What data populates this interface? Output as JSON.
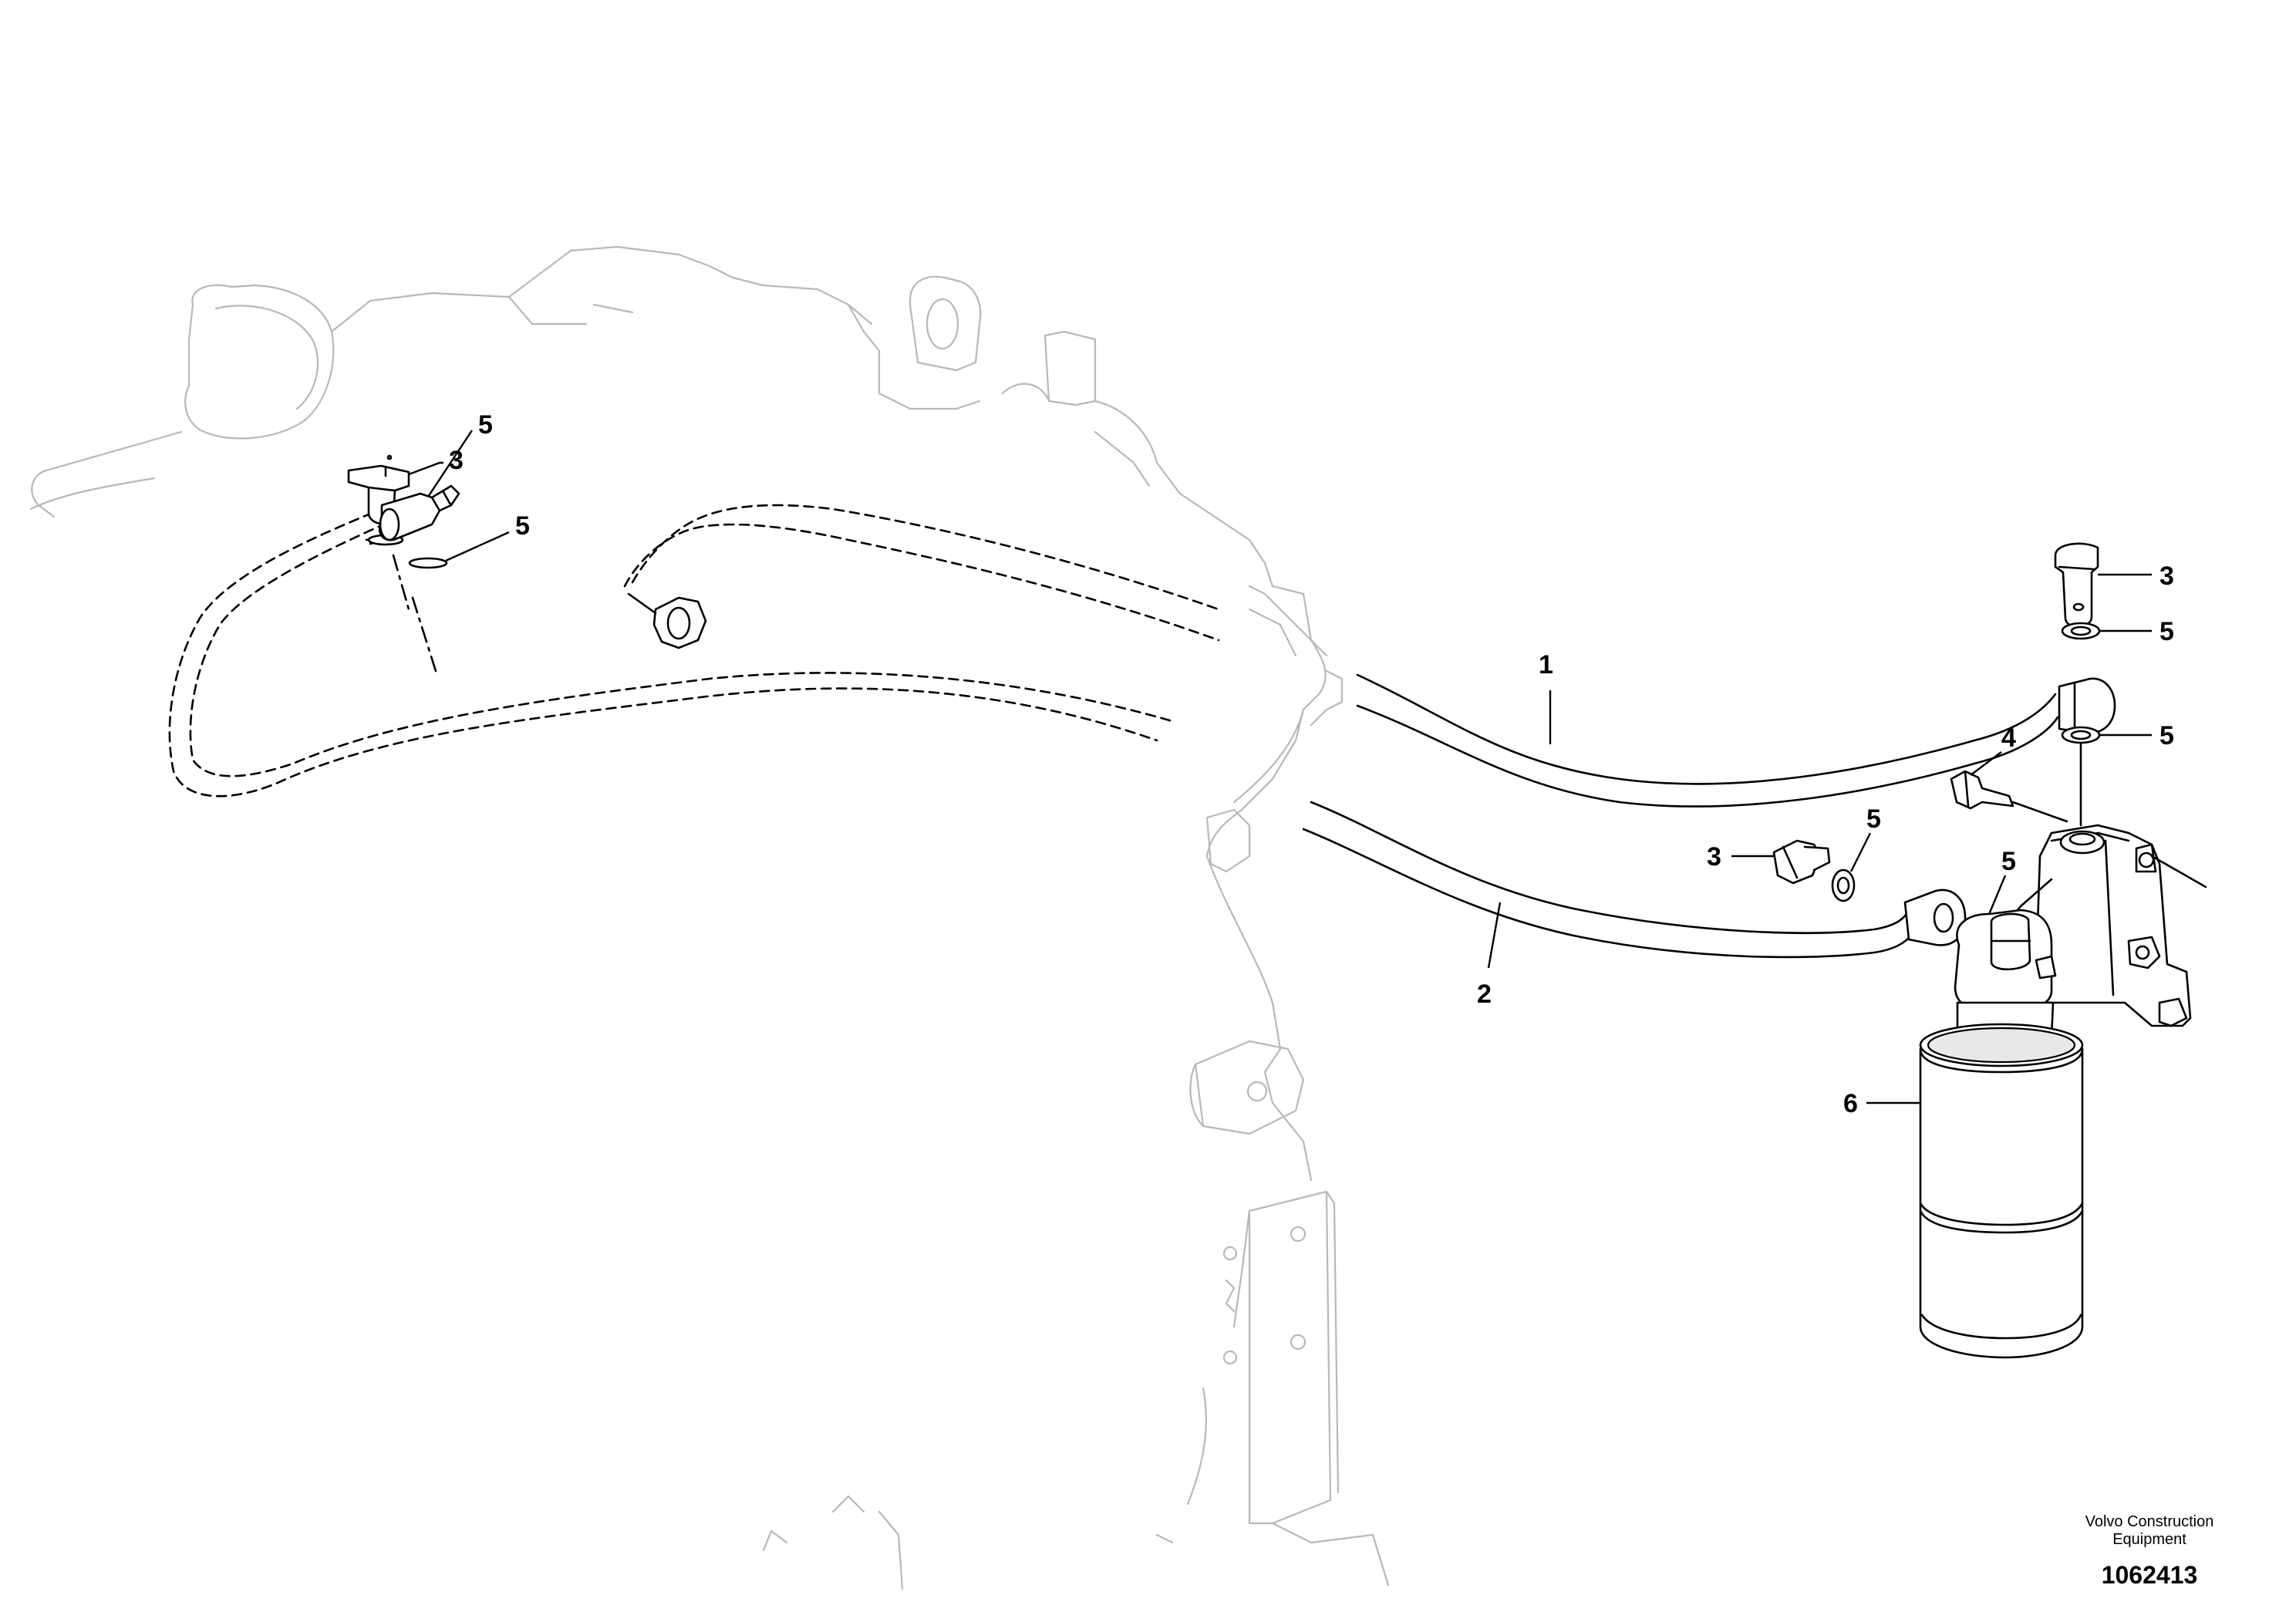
{
  "callouts": {
    "c1": "1",
    "c2": "2",
    "c3a": "3",
    "c3b": "3",
    "c3c": "3",
    "c4": "4",
    "c5a": "5",
    "c5b": "5",
    "c5c": "5",
    "c5d": "5",
    "c5e": "5",
    "c5f": "5",
    "c6": "6"
  },
  "footer": {
    "brand_line1": "Volvo Construction",
    "brand_line2": "Equipment",
    "drawing_number": "1062413"
  }
}
